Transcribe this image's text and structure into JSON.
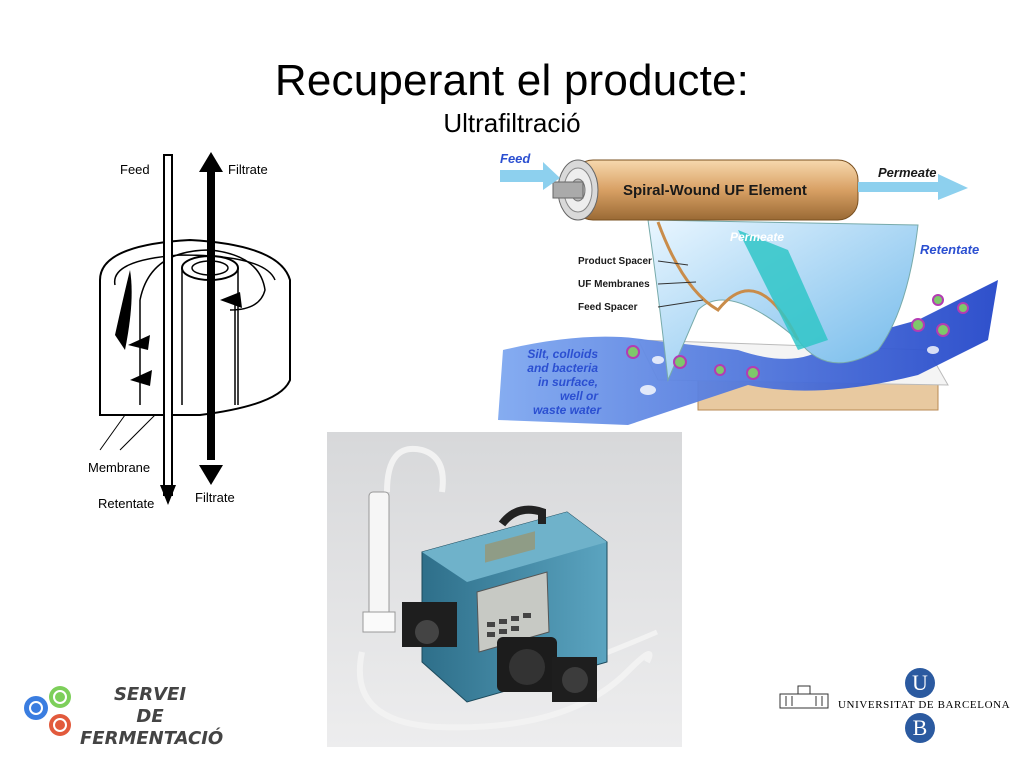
{
  "slide": {
    "title": "Recuperant el producte:",
    "subtitle": "Ultrafiltració"
  },
  "left_diagram": {
    "label_feed": "Feed",
    "label_filtrate_top": "Filtrate",
    "label_membrane": "Membrane",
    "label_retentate": "Retentate",
    "label_filtrate_bottom": "Filtrate"
  },
  "right_diagram": {
    "label_feed": "Feed",
    "element_title": "Spiral-Wound UF Element",
    "label_permeate_top": "Permeate",
    "label_permeate_inner": "Permeate",
    "label_retentate": "Retentate",
    "label_product_spacer": "Product Spacer",
    "label_uf_membranes": "UF Membranes",
    "label_feed_spacer": "Feed Spacer",
    "silt_line1": "Silt, colloids",
    "silt_line2": "and bacteria",
    "silt_line3": "in surface,",
    "silt_line4": "well or",
    "silt_line5": "waste water",
    "colors": {
      "label_blue": "#2b4fd1",
      "tube_orange": "#d8a064",
      "water_blue": "#3a6fd8"
    }
  },
  "logos": {
    "servei_line1": "SERVEI",
    "servei_line2": "DE",
    "servei_line3": "FERMENTACIÓ",
    "ub_letter_top": "U",
    "ub_letter_bottom": "B",
    "ub_name": "UNIVERSITAT DE BARCELONA",
    "colors": {
      "ub_blue": "#2b5aa0"
    }
  }
}
